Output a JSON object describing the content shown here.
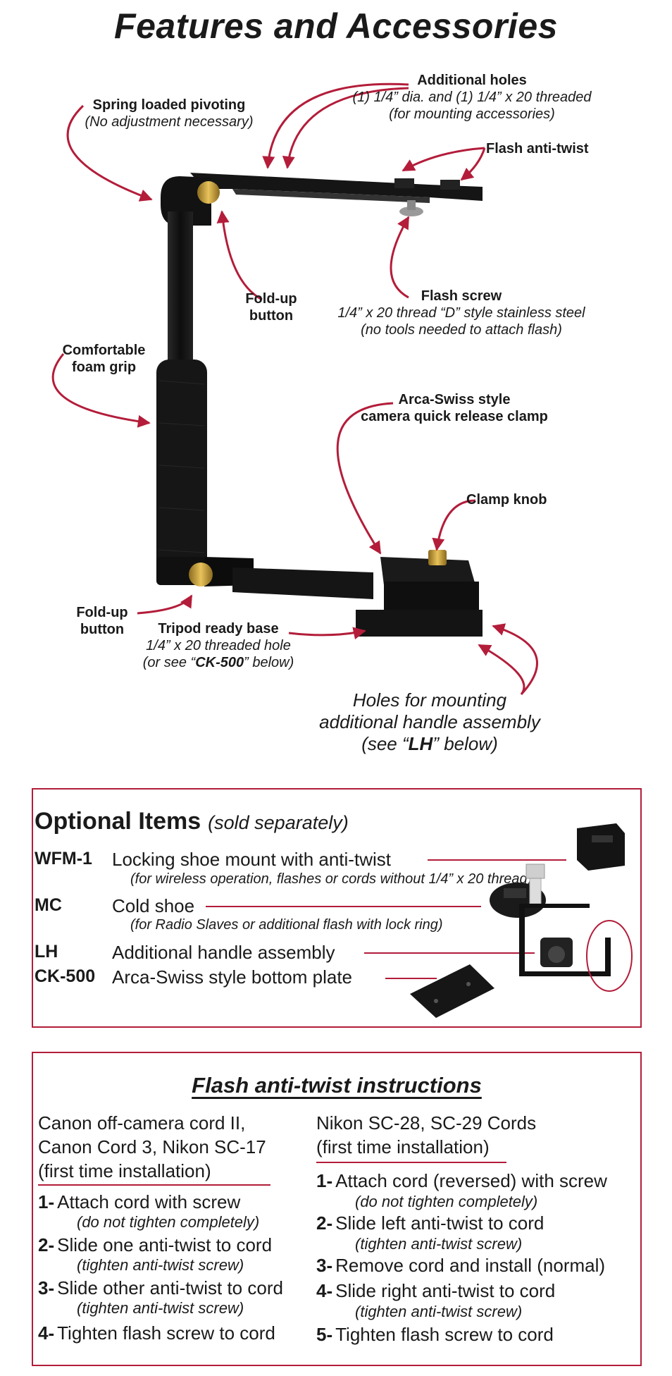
{
  "title": "Features and Accessories",
  "labels": {
    "additional_holes": {
      "bold": "Additional holes",
      "line2": "(1) 1/4” dia. and (1) 1/4” x 20 threaded",
      "line3": "(for mounting accessories)"
    },
    "spring_loaded": {
      "bold": "Spring loaded pivoting",
      "line2": "(No adjustment necessary)"
    },
    "flash_anti_twist": {
      "bold": "Flash anti-twist"
    },
    "fold_up_top": {
      "line1": "Fold-up",
      "line2": "button"
    },
    "flash_screw": {
      "bold": "Flash screw",
      "line2": "1/4” x 20 thread “D” style stainless steel",
      "line3": "(no tools needed to attach flash)"
    },
    "foam_grip": {
      "line1": "Comfortable",
      "line2": "foam grip"
    },
    "arca_clamp": {
      "line1": "Arca-Swiss style",
      "line2": "camera quick release clamp"
    },
    "clamp_knob": {
      "bold": "Clamp knob"
    },
    "fold_up_bottom": {
      "line1": "Fold-up",
      "line2": "button"
    },
    "tripod_base": {
      "bold": "Tripod ready base",
      "line2": "1/4” x 20 threaded hole",
      "line3_pre": "(or see “",
      "line3_bold": "CK-500",
      "line3_post": "” below)"
    },
    "holes_mounting": {
      "line1": "Holes for mounting",
      "line2": "additional handle assembly",
      "line3_pre": "(see “",
      "line3_bold": "LH",
      "line3_post": "” below)"
    }
  },
  "optional": {
    "heading": "Optional Items",
    "subheading": "(sold separately)",
    "items": [
      {
        "code": "WFM-1",
        "desc": "Locking shoe mount with anti-twist",
        "note": "(for wireless operation, flashes or cords without 1/4” x 20 thread)"
      },
      {
        "code": "MC",
        "desc": "Cold shoe",
        "note": "(for Radio Slaves or additional flash with lock ring)"
      },
      {
        "code": "LH",
        "desc": "Additional handle assembly",
        "note": ""
      },
      {
        "code": "CK-500",
        "desc": "Arca-Swiss style bottom plate",
        "note": ""
      }
    ]
  },
  "instructions": {
    "heading": "Flash anti-twist instructions",
    "left": {
      "head": [
        "Canon off-camera cord II,",
        "Canon Cord 3, Nikon SC-17",
        "(first time installation)"
      ],
      "steps": [
        {
          "num": "1-",
          "text": "Attach cord with screw",
          "note": "(do not tighten completely)"
        },
        {
          "num": "2-",
          "text": "Slide one anti-twist to cord",
          "note": "(tighten anti-twist screw)"
        },
        {
          "num": "3-",
          "text": "Slide other anti-twist to cord",
          "note": "(tighten anti-twist screw)"
        },
        {
          "num": "4-",
          "text": "Tighten flash screw to cord",
          "note": ""
        }
      ]
    },
    "right": {
      "head": [
        "Nikon SC-28, SC-29 Cords",
        "(first time installation)"
      ],
      "steps": [
        {
          "num": "1-",
          "text": "Attach cord (reversed) with screw",
          "note": "(do not tighten completely)"
        },
        {
          "num": "2-",
          "text": "Slide left anti-twist to cord",
          "note": "(tighten anti-twist screw)"
        },
        {
          "num": "3-",
          "text": "Remove cord and install (normal)",
          "note": ""
        },
        {
          "num": "4-",
          "text": "Slide right anti-twist to cord",
          "note": "(tighten anti-twist screw)"
        },
        {
          "num": "5-",
          "text": "Tighten flash screw to cord",
          "note": ""
        }
      ]
    }
  },
  "colors": {
    "accent": "#b31d3a",
    "text": "#1a1a1a",
    "metal": "#111111",
    "brass": "#c9a23f"
  }
}
